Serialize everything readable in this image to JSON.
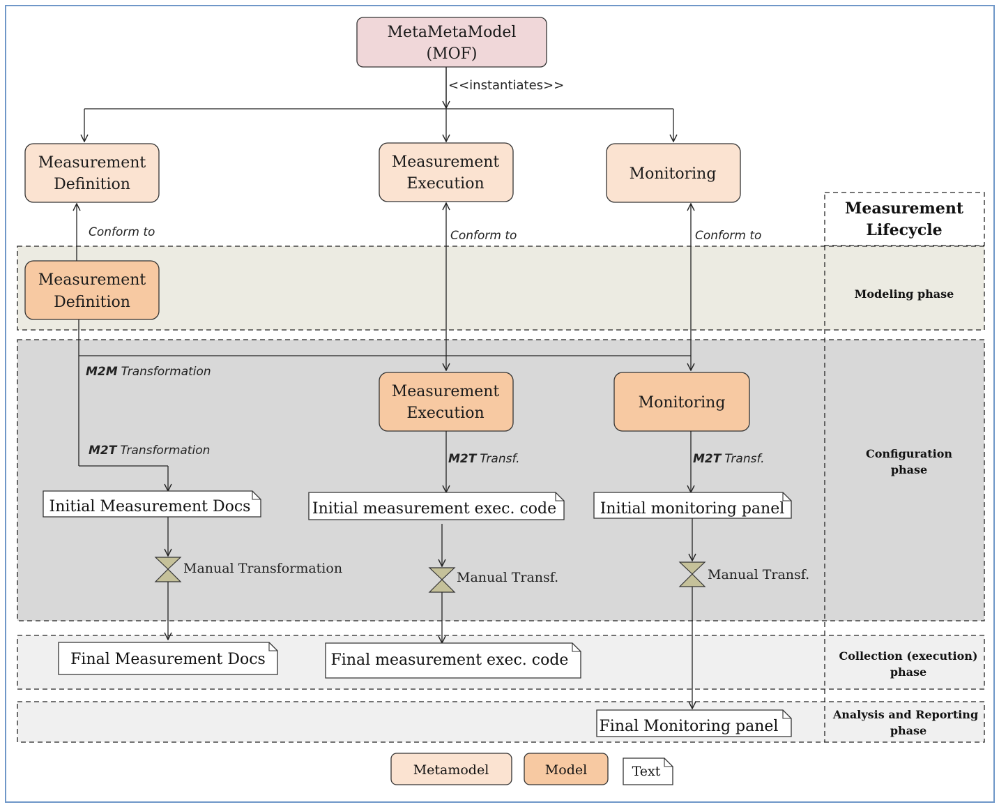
{
  "mof": {
    "line1": "MetaMetaModel",
    "line2": "(MOF)"
  },
  "instantiates": "<<instantiates>>",
  "metamodels": {
    "definition": {
      "line1": "Measurement",
      "line2": "Definition"
    },
    "execution": {
      "line1": "Measurement",
      "line2": "Execution"
    },
    "monitoring": "Monitoring"
  },
  "conform_to": "Conform to",
  "models": {
    "definition": {
      "line1": "Measurement",
      "line2": "Definition"
    },
    "execution": {
      "line1": "Measurement",
      "line2": "Execution"
    },
    "monitoring": "Monitoring"
  },
  "transformations": {
    "m2m_bold": "M2M",
    "m2m_rest": "Transformation",
    "m2t_bold": "M2T",
    "m2t_rest": "Transformation",
    "m2t_short": "Transf.",
    "manual_full": "Manual Transformation",
    "manual_short": "Manual Transf."
  },
  "documents": {
    "initial_docs": "Initial Measurement Docs",
    "initial_code": "Initial measurement exec. code",
    "initial_panel": "Initial monitoring panel",
    "final_docs": "Final Measurement Docs",
    "final_code": "Final measurement exec. code",
    "final_panel": "Final Monitoring panel"
  },
  "lifecycle": {
    "title_line1": "Measurement",
    "title_line2": "Lifecycle",
    "modeling": "Modeling phase",
    "configuration_line1": "Configuration",
    "configuration_line2": "phase",
    "collection_line1": "Collection (execution)",
    "collection_line2": "phase",
    "analysis_line1": "Analysis and Reporting",
    "analysis_line2": "phase"
  },
  "legend": {
    "metamodel": "Metamodel",
    "model": "Model",
    "text": "Text"
  },
  "colors": {
    "mof_fill": "#f0d7d9",
    "metamodel_fill": "#fbe3d1",
    "model_fill": "#f7c9a2",
    "modeling_band": "#ecebe2",
    "configuration_band": "#d8d8d8",
    "light_band": "#f0f0f0",
    "frame": "#6f97c8"
  }
}
